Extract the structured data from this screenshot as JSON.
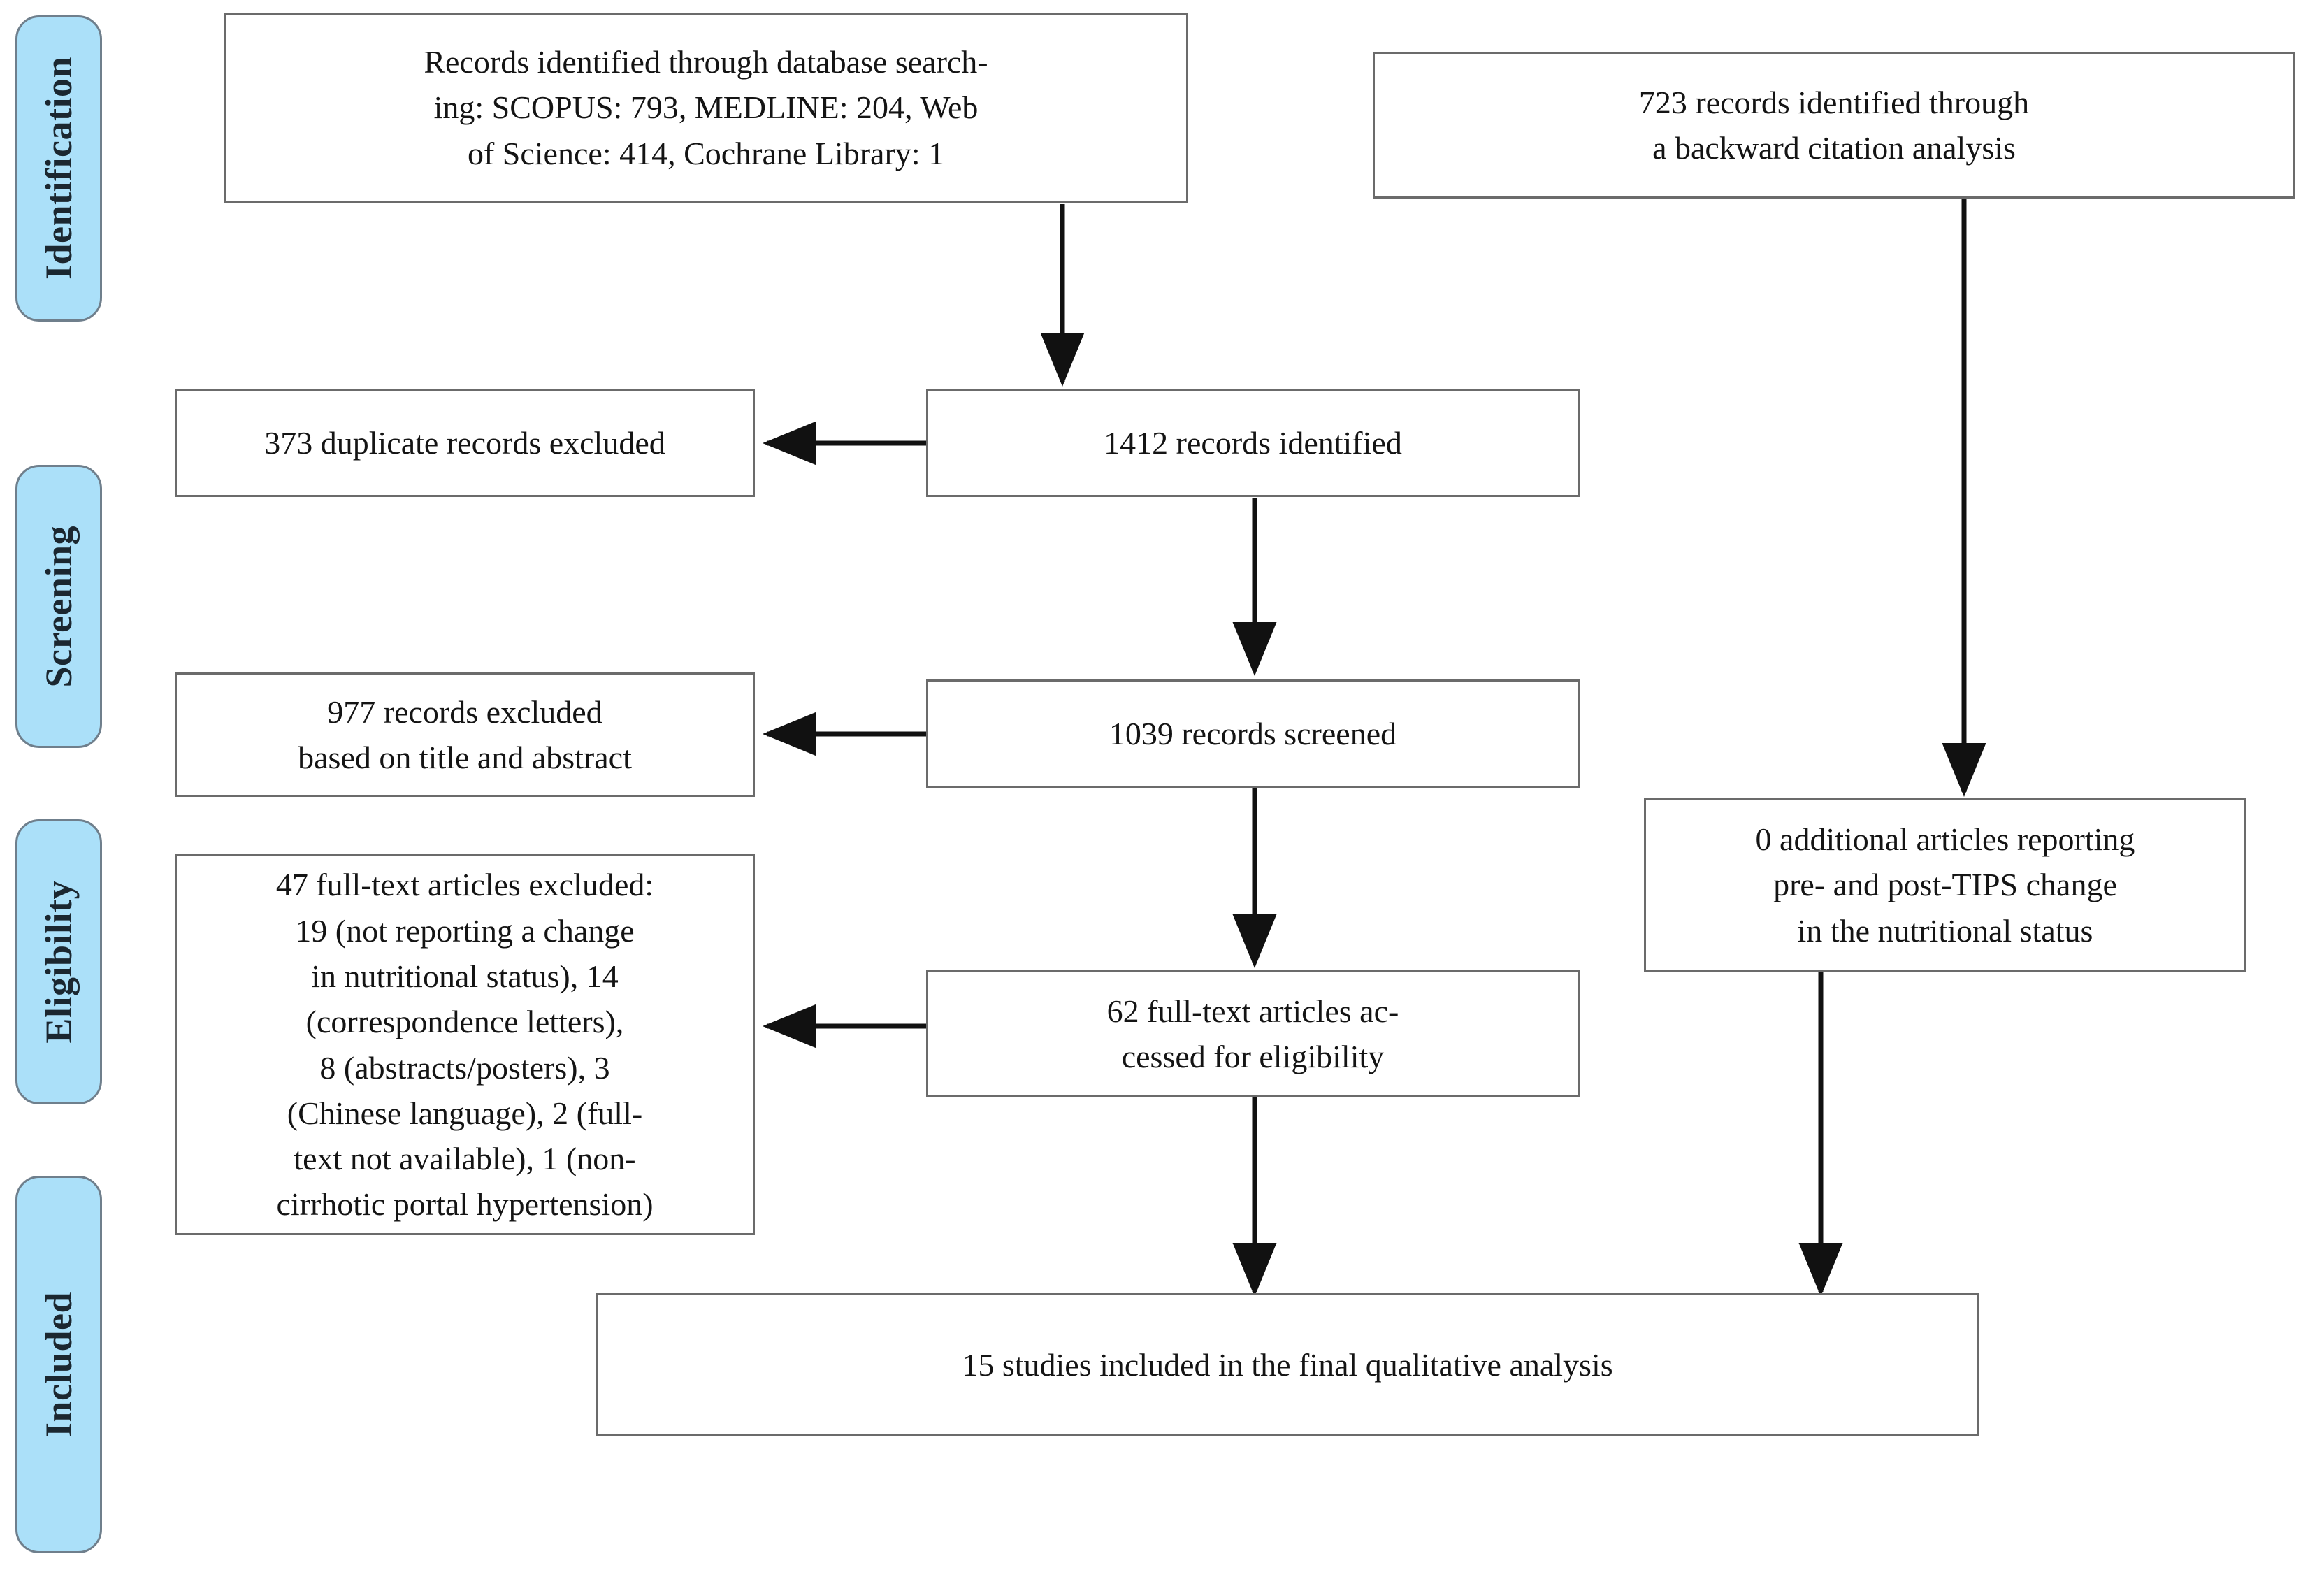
{
  "diagram": {
    "type": "prisma-flow-diagram",
    "title": "PRISMA study selection flow diagram",
    "accent_color": "#ABE0F9",
    "box_border_color": "#6b6b6b",
    "stage_border_color": "#6f7f8c",
    "background_color": "#ffffff"
  },
  "stages": [
    {
      "id": "identification",
      "label": "Identification"
    },
    {
      "id": "screening",
      "label": "Screening"
    },
    {
      "id": "eligibility",
      "label": "Eligibility"
    },
    {
      "id": "included",
      "label": "Included"
    }
  ],
  "boxes": {
    "database_search": {
      "text": "Records identified through database search-\ning: SCOPUS: 793, MEDLINE: 204, Web\nof Science: 414, Cochrane Library: 1"
    },
    "backward_citation": {
      "text": "723 records identified through\na backward citation analysis"
    },
    "records_identified": {
      "text": "1412 records identified"
    },
    "duplicates_excluded": {
      "text": "373 duplicate records excluded"
    },
    "records_screened": {
      "text": "1039 records screened"
    },
    "screen_excluded": {
      "text": "977 records excluded\nbased on title and abstract"
    },
    "fulltext_assessed": {
      "text": "62 full-text articles ac-\ncessed for eligibility"
    },
    "fulltext_excluded": {
      "text": "47 full-text articles excluded:\n19 (not reporting a change\nin nutritional status), 14\n(correspondence letters),\n8 (abstracts/posters), 3\n(Chinese language), 2 (full-\ntext not available), 1 (non-\ncirrhotic portal hypertension)"
    },
    "additional_articles": {
      "text": "0 additional articles reporting\npre- and post-TIPS change\nin the nutritional status"
    },
    "final_included": {
      "text": "15 studies included in the final qualitative analysis"
    }
  },
  "counts": {
    "scopus": 793,
    "medline": 204,
    "web_of_science": 414,
    "cochrane_library": 1,
    "backward_citation_records": 723,
    "records_identified": 1412,
    "duplicates_excluded": 373,
    "records_screened": 1039,
    "screen_excluded": 977,
    "fulltext_assessed": 62,
    "fulltext_excluded_total": 47,
    "excluded_no_change_reported": 19,
    "excluded_correspondence_letters": 14,
    "excluded_abstracts_posters": 8,
    "excluded_chinese_language": 3,
    "excluded_fulltext_unavailable": 2,
    "excluded_noncirrhotic_portal_hypertension": 1,
    "additional_articles": 0,
    "studies_included": 15
  }
}
